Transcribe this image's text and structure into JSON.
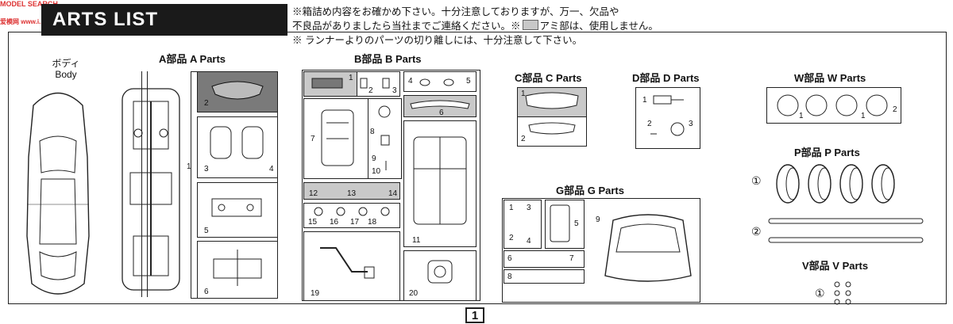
{
  "watermark": "MODEL SEARCH",
  "watermark2": "爱模网 www.i...",
  "title": "ARTS LIST",
  "notes": {
    "line1": "※箱詰め内容をお確かめ下さい。十分注意しておりますが、万一、欠品や",
    "line2a": "不良品がありましたら当社までご連絡ください。※",
    "line2b": "アミ部は、使用しません。",
    "line3": "※ ランナーよりのパーツの切り離しには、十分注意して下さい。"
  },
  "sections": {
    "body": {
      "label_jp": "ボディ",
      "label_en": "Body"
    },
    "a": {
      "label": "A部品  A Parts"
    },
    "b": {
      "label": "B部品  B Parts"
    },
    "c": {
      "label": "C部品  C Parts"
    },
    "d": {
      "label": "D部品  D Parts"
    },
    "w": {
      "label": "W部品  W Parts"
    },
    "p": {
      "label": "P部品  P Parts"
    },
    "g": {
      "label": "G部品  G Parts"
    },
    "v": {
      "label": "V部品  V Parts"
    }
  },
  "numbers": {
    "a": [
      "1",
      "2",
      "3",
      "4",
      "5",
      "6"
    ],
    "b": [
      "1",
      "2",
      "3",
      "4",
      "5",
      "6",
      "7",
      "8",
      "9",
      "10",
      "11",
      "12",
      "13",
      "14",
      "15",
      "16",
      "17",
      "18",
      "19",
      "20"
    ],
    "c": [
      "1",
      "2"
    ],
    "d": [
      "1",
      "2",
      "3"
    ],
    "w": [
      "1",
      "1",
      "2"
    ],
    "g": [
      "1",
      "2",
      "3",
      "4",
      "5",
      "6",
      "7",
      "8",
      "9"
    ],
    "circled": [
      "①",
      "②",
      "①"
    ]
  },
  "page_number": "1"
}
